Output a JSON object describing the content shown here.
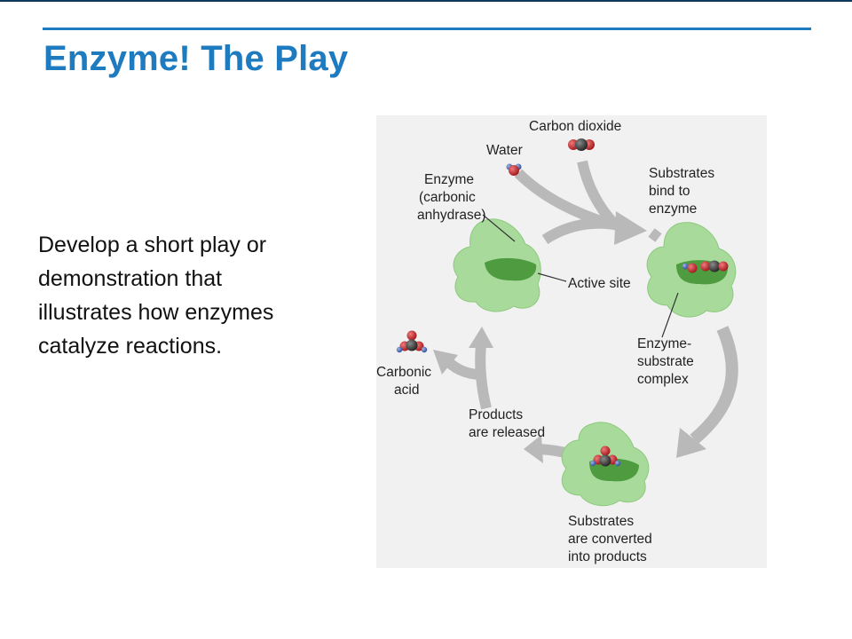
{
  "slide": {
    "title": "Enzyme! The Play",
    "body_lines": [
      "Develop a short play or",
      "demonstration that",
      "illustrates how enzymes",
      "catalyze reactions."
    ]
  },
  "diagram": {
    "labels": {
      "carbon_dioxide": "Carbon dioxide",
      "water": "Water",
      "enzyme_1": "Enzyme",
      "enzyme_2": "(carbonic",
      "enzyme_3": "anhydrase)",
      "substrates_bind_1": "Substrates",
      "substrates_bind_2": "bind to",
      "substrates_bind_3": "enzyme",
      "active_site": "Active site",
      "complex_1": "Enzyme-",
      "complex_2": "substrate",
      "complex_3": "complex",
      "carbonic_1": "Carbonic",
      "carbonic_2": "acid",
      "products_1": "Products",
      "products_2": "are released",
      "converted_1": "Substrates",
      "converted_2": "are converted",
      "converted_3": "into products"
    },
    "colors": {
      "title_blue": "#1f7bbf",
      "enzyme_green": "#9bd48e",
      "active_site_green": "#4f9b3f",
      "arrow_gray": "#b9b9b9",
      "oxygen_red": "#c8242a",
      "hydrogen_blue": "#3a5fb0",
      "carbon_dark": "#3a3a3a"
    }
  }
}
